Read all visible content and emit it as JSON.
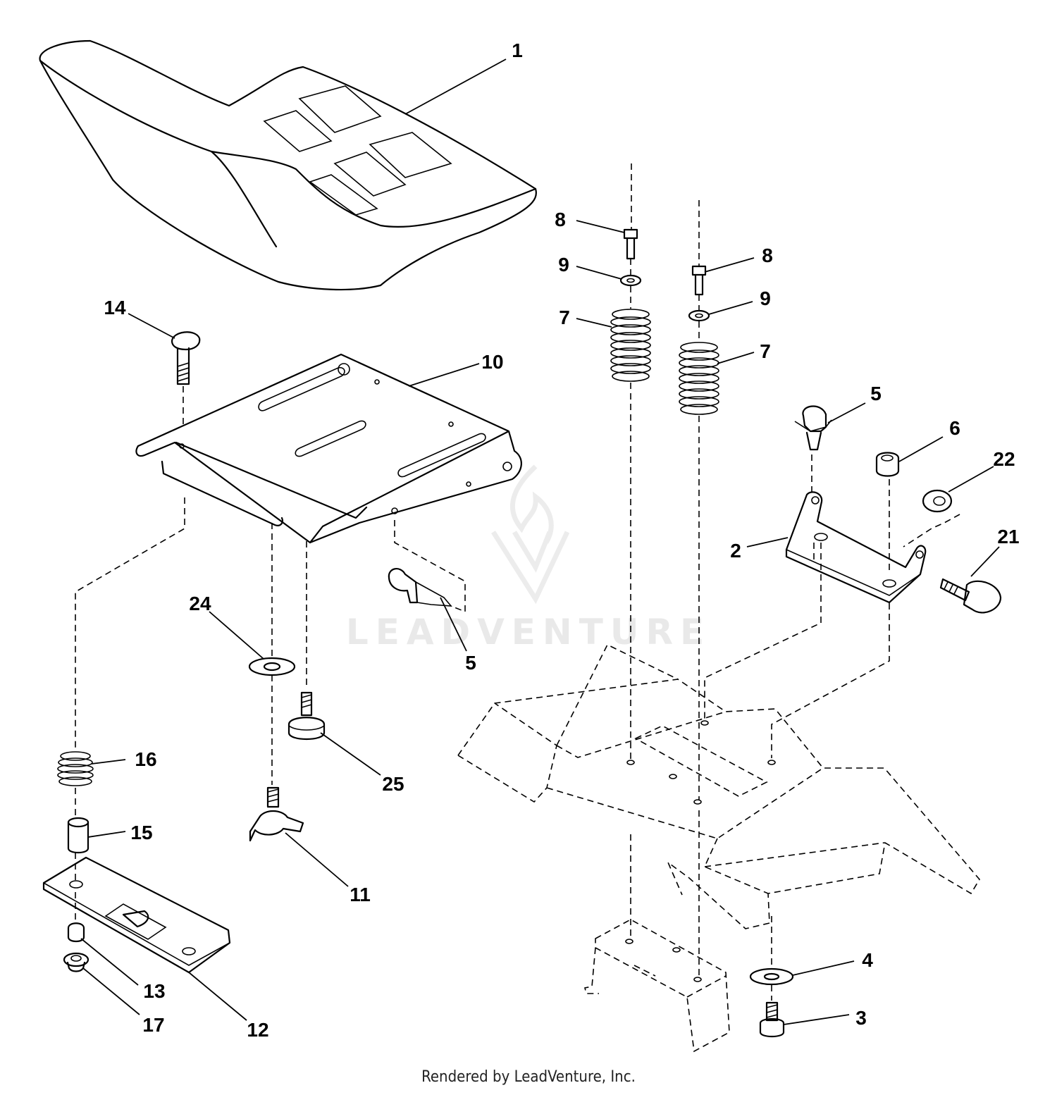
{
  "watermark": {
    "text": "LEADVENTURE"
  },
  "footer": {
    "text": "Rendered by LeadVenture, Inc."
  },
  "callouts": [
    {
      "id": "1",
      "label": "1"
    },
    {
      "id": "2",
      "label": "2"
    },
    {
      "id": "3",
      "label": "3"
    },
    {
      "id": "4",
      "label": "4"
    },
    {
      "id": "5a",
      "label": "5"
    },
    {
      "id": "5b",
      "label": "5"
    },
    {
      "id": "6",
      "label": "6"
    },
    {
      "id": "7a",
      "label": "7"
    },
    {
      "id": "7b",
      "label": "7"
    },
    {
      "id": "8a",
      "label": "8"
    },
    {
      "id": "8b",
      "label": "8"
    },
    {
      "id": "9a",
      "label": "9"
    },
    {
      "id": "9b",
      "label": "9"
    },
    {
      "id": "10",
      "label": "10"
    },
    {
      "id": "11",
      "label": "11"
    },
    {
      "id": "12",
      "label": "12"
    },
    {
      "id": "13",
      "label": "13"
    },
    {
      "id": "14",
      "label": "14"
    },
    {
      "id": "15",
      "label": "15"
    },
    {
      "id": "16",
      "label": "16"
    },
    {
      "id": "17",
      "label": "17"
    },
    {
      "id": "21",
      "label": "21"
    },
    {
      "id": "22",
      "label": "22"
    },
    {
      "id": "24",
      "label": "24"
    },
    {
      "id": "25",
      "label": "25"
    }
  ]
}
